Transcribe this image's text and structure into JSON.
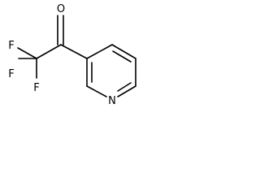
{
  "molecule": {
    "atoms": {
      "oxygen": "O",
      "fluorine_top": "F",
      "fluorine_left": "F",
      "fluorine_bottom": "F",
      "nitrogen": "N"
    },
    "colors": {
      "bond": "#000000",
      "label": "#000000",
      "background": "#ffffff"
    }
  }
}
